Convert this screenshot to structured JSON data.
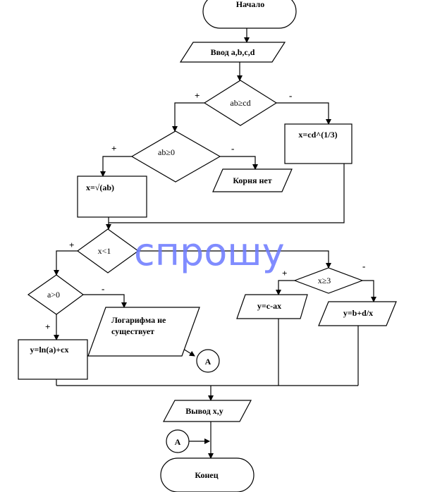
{
  "nodes": {
    "start": "Начало",
    "input": "Ввод a,b,c,d",
    "cond_ab_cd": "ab≥cd",
    "assign_x_cuberoot": "x=cd^(1/3)",
    "cond_ab_0": "ab≥0",
    "no_roots": "Корня нет",
    "assign_x_sqrt": "x=√(ab)",
    "cond_x_lt_1": "x<1",
    "cond_a_gt_0": "a>0",
    "log_missing_line1": "Логарифма не",
    "log_missing_line2": "существует",
    "connector_a_1": "A",
    "assign_y_ln": "y=ln(a)+cx",
    "cond_x_ge_3": "x≥3",
    "assign_y_c_ax": "y=c-ax",
    "assign_y_b_dx": "y=b+d/x",
    "output": "Вывод x,y",
    "connector_a_2": "A",
    "end": "Конец"
  },
  "branch_labels": {
    "yes": "+",
    "no": "-"
  },
  "watermark": "спрошу"
}
